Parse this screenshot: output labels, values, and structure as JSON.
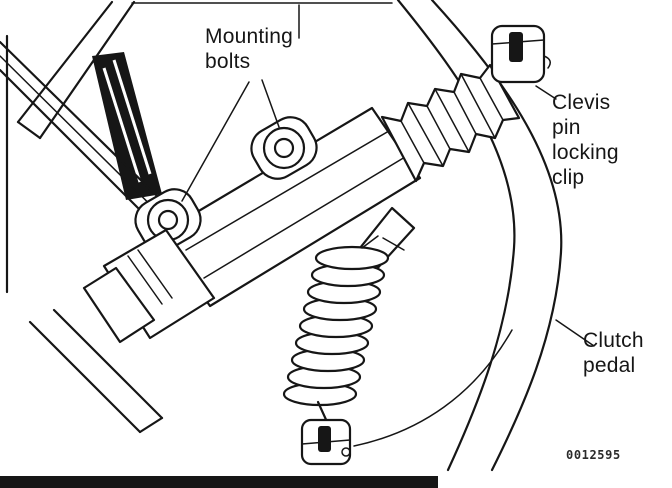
{
  "figure": {
    "id_number": "0012595"
  },
  "labels": {
    "mounting_bolts": [
      "Mounting",
      "bolts"
    ],
    "clevis_clip": [
      "Clevis",
      "pin",
      "locking",
      "clip"
    ],
    "clutch_pedal": [
      "Clutch",
      "pedal"
    ]
  },
  "colors": {
    "ink": "#161616",
    "paper": "#ffffff"
  }
}
